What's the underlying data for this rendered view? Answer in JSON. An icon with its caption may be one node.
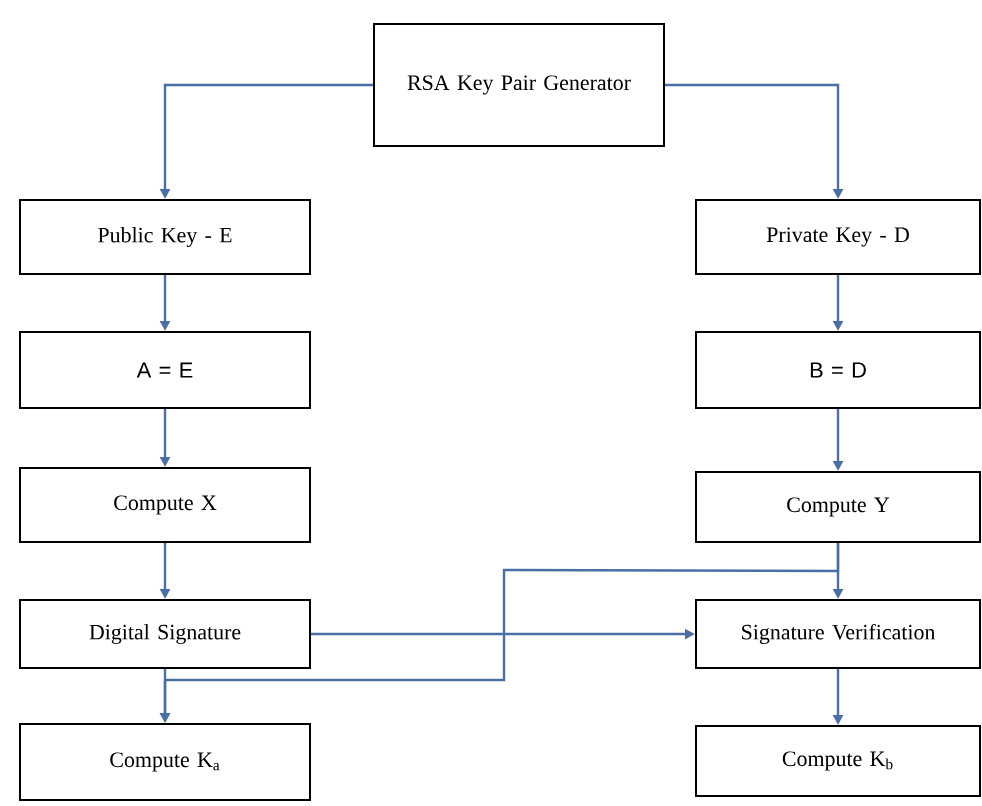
{
  "diagram": {
    "nodes": [
      {
        "text": [
          "RSA Key Pair Generator"
        ]
      },
      {
        "text": [
          "Public Key - E"
        ]
      },
      {
        "text": [
          "Private Key - D"
        ]
      },
      {
        "text": [
          "A = E"
        ]
      },
      {
        "text": [
          "B = D"
        ]
      },
      {
        "text": [
          "Compute X"
        ]
      },
      {
        "text": [
          "Compute Y"
        ]
      },
      {
        "text": [
          "Digital Signature"
        ]
      },
      {
        "text": [
          "Signature Verification"
        ]
      },
      {
        "text": [
          "Compute K$_{a}$"
        ]
      },
      {
        "text": [
          "Compute K$_{b}$"
        ]
      }
    ],
    "edges": [
      {
        "from": 0,
        "to": 1,
        "arrow": "to"
      },
      {
        "from": 0,
        "to": 2,
        "arrow": "to"
      },
      {
        "from": 1,
        "to": 3,
        "arrow": "to"
      },
      {
        "from": 2,
        "to": 4,
        "arrow": "to"
      },
      {
        "from": 3,
        "to": 5,
        "arrow": "to"
      },
      {
        "from": 4,
        "to": 6,
        "arrow": "to"
      },
      {
        "from": 5,
        "to": 7,
        "arrow": "to"
      },
      {
        "from": 6,
        "to": 8,
        "arrow": "to"
      },
      {
        "from": 7,
        "to": 8,
        "arrow": "to"
      },
      {
        "from": 6,
        "to": 9,
        "arrow": "to"
      },
      {
        "from": 7,
        "to": 9,
        "arrow": "to"
      },
      {
        "from": 8,
        "to": 10,
        "arrow": "to"
      }
    ]
  }
}
